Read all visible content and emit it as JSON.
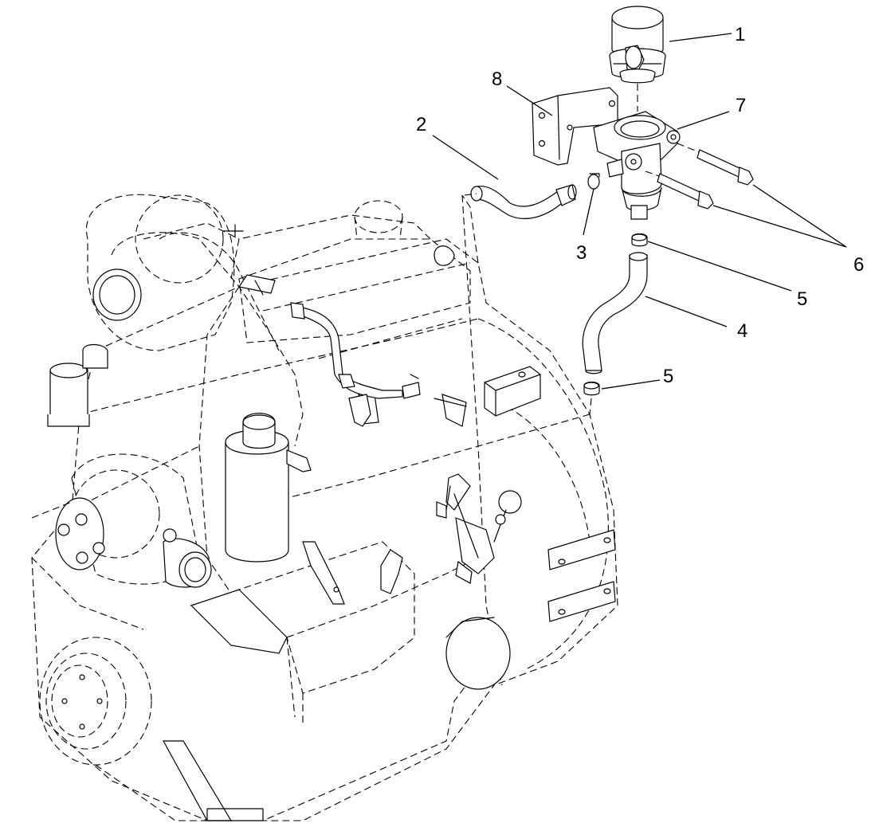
{
  "diagram": {
    "callouts": [
      {
        "id": "c1",
        "text": "1"
      },
      {
        "id": "c2",
        "text": "2"
      },
      {
        "id": "c3",
        "text": "3"
      },
      {
        "id": "c4",
        "text": "4"
      },
      {
        "id": "c5a",
        "text": "5"
      },
      {
        "id": "c5b",
        "text": "5"
      },
      {
        "id": "c6",
        "text": "6"
      },
      {
        "id": "c7",
        "text": "7"
      },
      {
        "id": "c8",
        "text": "8"
      }
    ]
  }
}
